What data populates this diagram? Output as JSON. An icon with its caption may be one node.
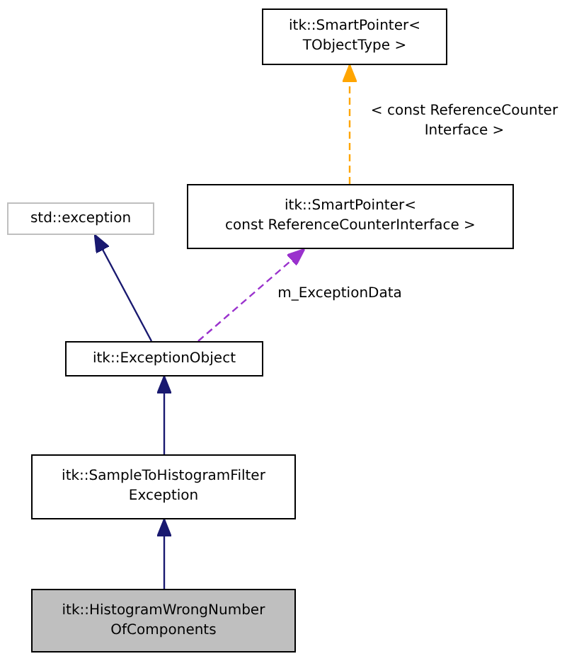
{
  "diagram": {
    "nodes": [
      {
        "text": [
          "itk::SmartPointer< TObjectType >"
        ]
      },
      {
        "text": [
          "std::exception"
        ]
      },
      {
        "text": [
          "itk::SmartPointer< const ReferenceCounterInterface >"
        ]
      },
      {
        "text": [
          "itk::ExceptionObject"
        ]
      },
      {
        "text": [
          "itk::SampleToHistogramFilter Exception"
        ]
      },
      {
        "text": [
          "itk::HistogramWrongNumber OfComponents"
        ]
      }
    ],
    "edges": [
      {
        "from": 2,
        "to": 0,
        "arrow": "to",
        "label": "< const ReferenceCounter Interface >",
        "style": "dashed",
        "color": "#ffa500"
      },
      {
        "from": 3,
        "to": 1,
        "arrow": "to"
      },
      {
        "from": 3,
        "to": 2,
        "arrow": "to",
        "label": "m_ExceptionData",
        "style": "dashed",
        "color": "#9a32cd"
      },
      {
        "from": 4,
        "to": 3,
        "arrow": "to"
      },
      {
        "from": 5,
        "to": 4,
        "arrow": "to"
      }
    ]
  }
}
